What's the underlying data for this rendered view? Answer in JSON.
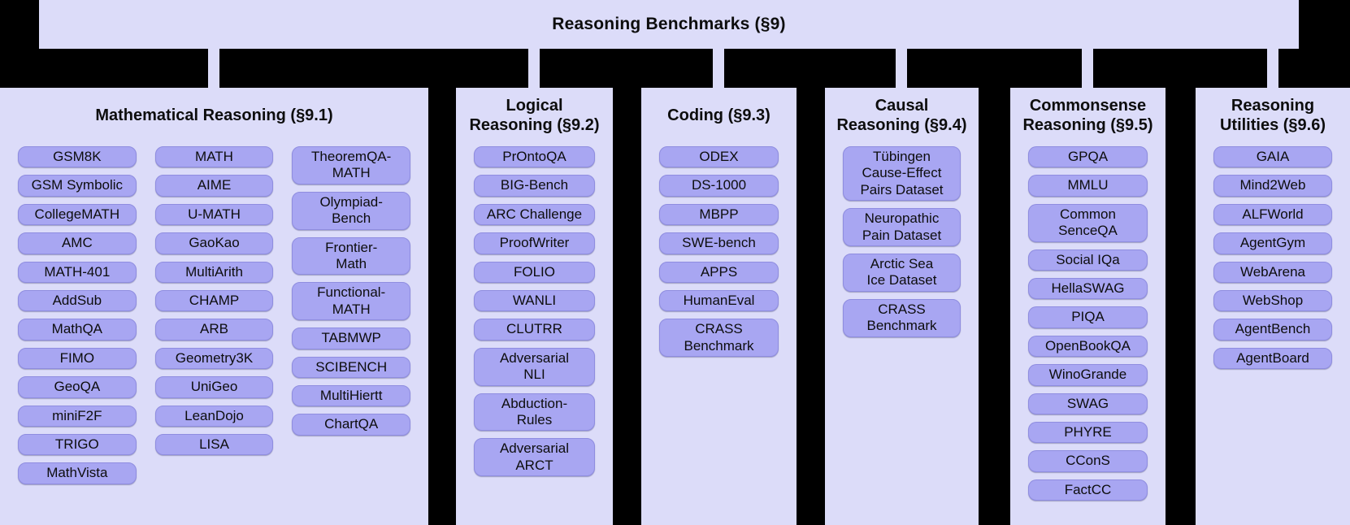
{
  "root": {
    "title": "Reasoning Benchmarks (§9)"
  },
  "colors": {
    "background": "#000000",
    "panel_bg": "#dcdcf9",
    "pill_bg": "#a8a6f2",
    "pill_border": "#8f8de0",
    "text": "#0d0d0d"
  },
  "panels": [
    {
      "id": "mathematical-reasoning",
      "title_lines": [
        "Mathematical Reasoning (§9.1)"
      ],
      "columns": [
        [
          "GSM8K",
          "GSM Symbolic",
          "CollegeMATH",
          "AMC",
          "MATH-401",
          "AddSub",
          "MathQA",
          "FIMO",
          "GeoQA",
          "miniF2F",
          "TRIGO",
          "MathVista"
        ],
        [
          "MATH",
          "AIME",
          "U-MATH",
          "GaoKao",
          "MultiArith",
          "CHAMP",
          "ARB",
          "Geometry3K",
          "UniGeo",
          "LeanDojo",
          "LISA"
        ],
        [
          "TheoremQA-\nMATH",
          "Olympiad-\nBench",
          "Frontier-\nMath",
          "Functional-\nMATH",
          "TABMWP",
          "SCIBENCH",
          "MultiHiertt",
          "ChartQA"
        ]
      ]
    },
    {
      "id": "logical-reasoning",
      "title_lines": [
        "Logical",
        "Reasoning (§9.2)"
      ],
      "columns": [
        [
          "PrOntoQA",
          "BIG-Bench",
          "ARC Challenge",
          "ProofWriter",
          "FOLIO",
          "WANLI",
          "CLUTRR",
          "Adversarial\nNLI",
          "Abduction-\nRules",
          "Adversarial\nARCT"
        ]
      ]
    },
    {
      "id": "coding",
      "title_lines": [
        "Coding (§9.3)"
      ],
      "columns": [
        [
          "ODEX",
          "DS-1000",
          "MBPP",
          "SWE-bench",
          "APPS",
          "HumanEval",
          "CRASS\nBenchmark"
        ]
      ]
    },
    {
      "id": "causal-reasoning",
      "title_lines": [
        "Causal",
        "Reasoning (§9.4)"
      ],
      "columns": [
        [
          "Tübingen\nCause-Effect\nPairs Dataset",
          "Neuropathic\nPain Dataset",
          "Arctic Sea\nIce Dataset",
          "CRASS\nBenchmark"
        ]
      ]
    },
    {
      "id": "commonsense-reasoning",
      "title_lines": [
        "Commonsense",
        "Reasoning (§9.5)"
      ],
      "columns": [
        [
          "GPQA",
          "MMLU",
          "Common\nSenceQA",
          "Social IQa",
          "HellaSWAG",
          "PIQA",
          "OpenBookQA",
          "WinoGrande",
          "SWAG",
          "PHYRE",
          "CConS",
          "FactCC"
        ]
      ]
    },
    {
      "id": "reasoning-utilities",
      "title_lines": [
        "Reasoning",
        "Utilities (§9.6)"
      ],
      "columns": [
        [
          "GAIA",
          "Mind2Web",
          "ALFWorld",
          "AgentGym",
          "WebArena",
          "WebShop",
          "AgentBench",
          "AgentBoard"
        ]
      ]
    }
  ]
}
